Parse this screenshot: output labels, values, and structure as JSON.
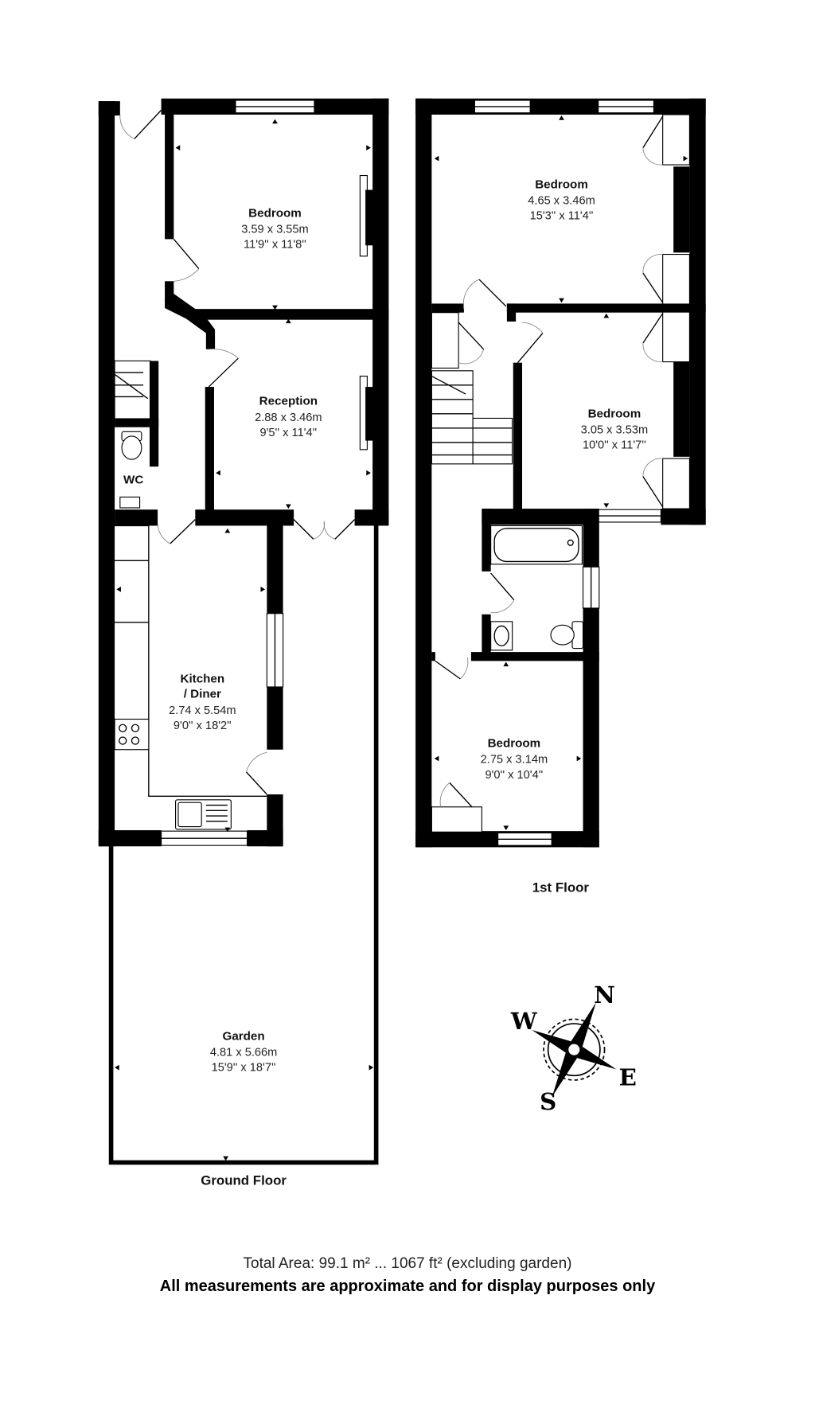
{
  "ground_floor": {
    "label": "Ground Floor",
    "rooms": [
      {
        "name": "Bedroom",
        "metric": "3.59 x 3.55m",
        "imperial": "11'9'' x 11'8''"
      },
      {
        "name": "Reception",
        "metric": "2.88 x 3.46m",
        "imperial": "9'5'' x 11'4''"
      },
      {
        "name": "WC"
      },
      {
        "name": "Kitchen",
        "name2": "/ Diner",
        "metric": "2.74 x 5.54m",
        "imperial": "9'0'' x 18'2''"
      },
      {
        "name": "Garden",
        "metric": "4.81 x 5.66m",
        "imperial": "15'9'' x 18'7''"
      }
    ]
  },
  "first_floor": {
    "label": "1st Floor",
    "rooms": [
      {
        "name": "Bedroom",
        "metric": "4.65 x 3.46m",
        "imperial": "15'3'' x 11'4''"
      },
      {
        "name": "Bedroom",
        "metric": "3.05 x 3.53m",
        "imperial": "10'0'' x 11'7''"
      },
      {
        "name": "Bedroom",
        "metric": "2.75 x 3.14m",
        "imperial": "9'0'' x 10'4''"
      }
    ]
  },
  "compass": {
    "n": "N",
    "e": "E",
    "s": "S",
    "w": "W"
  },
  "footer": {
    "total_area": "Total Area: 99.1 m² ... 1067 ft² (excluding garden)",
    "disclaimer": "All measurements are approximate and for display purposes only"
  }
}
